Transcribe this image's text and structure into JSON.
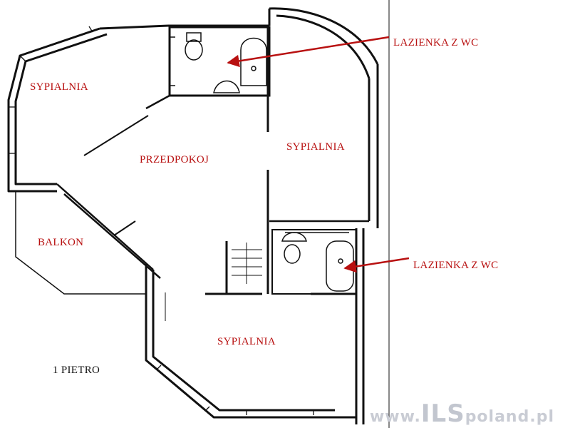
{
  "plan": {
    "rooms": {
      "bedroom_top_left": "SYPIALNIA",
      "bedroom_right": "SYPIALNIA",
      "bedroom_bottom": "SYPIALNIA",
      "hallway": "PRZEDPOKOJ",
      "balcony": "BALKON"
    },
    "bathroom_top": "LAZIENKA Z WC",
    "bathroom_bottom": "LAZIENKA Z WC",
    "floor_label": "1 PIETRO",
    "watermark": {
      "prefix": "www.",
      "brand": "ILS",
      "suffix": "poland.pl"
    }
  },
  "colors": {
    "label_red": "#b81010",
    "line_black": "#111111",
    "watermark_gray": "#c9ccd4"
  }
}
